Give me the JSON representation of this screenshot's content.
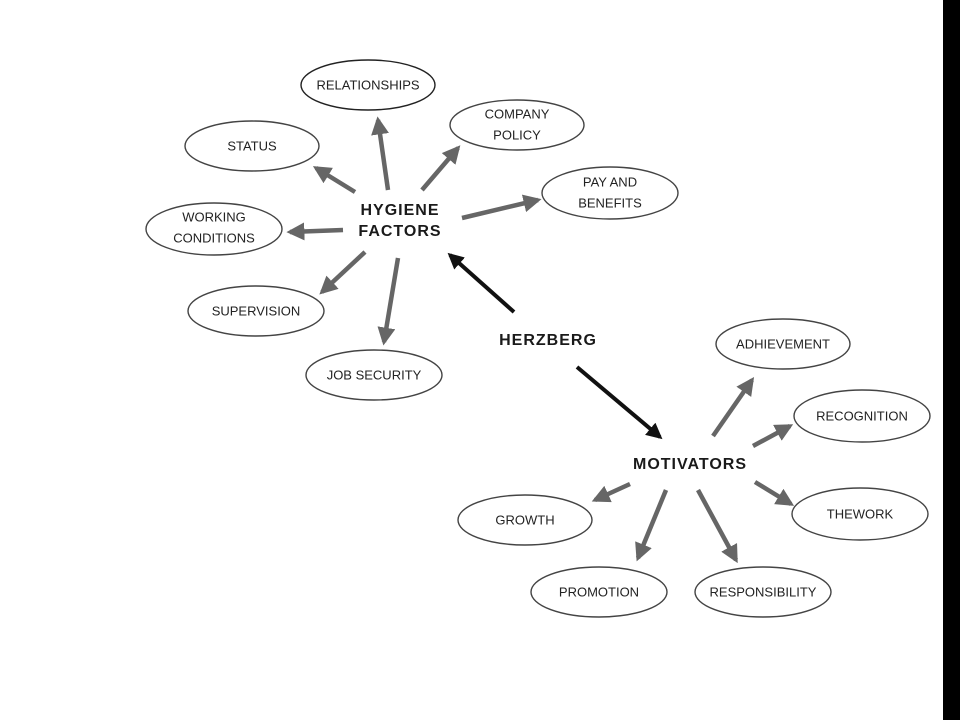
{
  "colors": {
    "arrow_gray": "#666666",
    "arrow_black": "#111111",
    "bubble_stroke": "#444444",
    "text": "#222222",
    "page_strip": "#000000"
  },
  "diagram": {
    "center": "HERZBERG",
    "hygiene_hub": {
      "line1": "HYGIENE",
      "line2": "FACTORS"
    },
    "motivator_hub": "MOTIVATORS",
    "hygiene_factors": [
      {
        "id": "relationships",
        "line1": "RELATIONSHIPS"
      },
      {
        "id": "company-policy",
        "line1": "COMPANY",
        "line2": "POLICY"
      },
      {
        "id": "status",
        "line1": "STATUS"
      },
      {
        "id": "pay-and-benefits",
        "line1": "PAY AND",
        "line2": "BENEFITS"
      },
      {
        "id": "working-conditions",
        "line1": "WORKING",
        "line2": "CONDITIONS"
      },
      {
        "id": "supervision",
        "line1": "SUPERVISION"
      },
      {
        "id": "job-security",
        "line1": "JOB SECURITY"
      }
    ],
    "motivators": [
      {
        "id": "achievement",
        "line1": "ADHIEVEMENT"
      },
      {
        "id": "recognition",
        "line1": "RECOGNITION"
      },
      {
        "id": "the-work",
        "line1": "THEWORK"
      },
      {
        "id": "growth",
        "line1": "GROWTH"
      },
      {
        "id": "promotion",
        "line1": "PROMOTION"
      },
      {
        "id": "responsibility",
        "line1": "RESPONSIBILITY"
      }
    ]
  }
}
